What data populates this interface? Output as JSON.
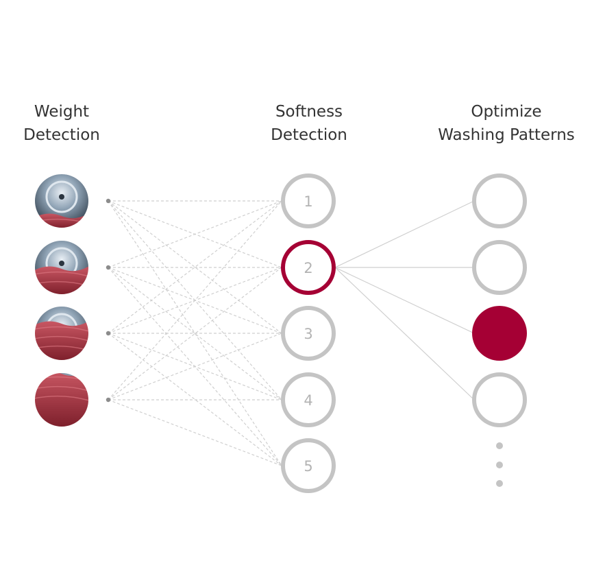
{
  "columns": {
    "weight": {
      "line1": "Weight",
      "line2": "Detection"
    },
    "softness": {
      "line1": "Softness",
      "line2": "Detection"
    },
    "optimize": {
      "line1": "Optimize",
      "line2": "Washing Patterns"
    }
  },
  "weight_levels": [
    {
      "icon": "drum-load-1-icon",
      "fill_fraction": 0.25
    },
    {
      "icon": "drum-load-2-icon",
      "fill_fraction": 0.5
    },
    {
      "icon": "drum-load-3-icon",
      "fill_fraction": 0.7
    },
    {
      "icon": "drum-load-4-icon",
      "fill_fraction": 1.0
    }
  ],
  "softness_nodes": [
    "1",
    "2",
    "3",
    "4",
    "5"
  ],
  "softness_selected": "2",
  "pattern_nodes": 4,
  "pattern_selected_index": 2,
  "colors": {
    "accent": "#a50034",
    "node_gray": "#c4c4c4",
    "line_gray": "#cfcfcf",
    "text": "#333333",
    "number_gray": "#b3b3b3",
    "fabric": "#b5424e",
    "drum": "#8fa3b5"
  }
}
